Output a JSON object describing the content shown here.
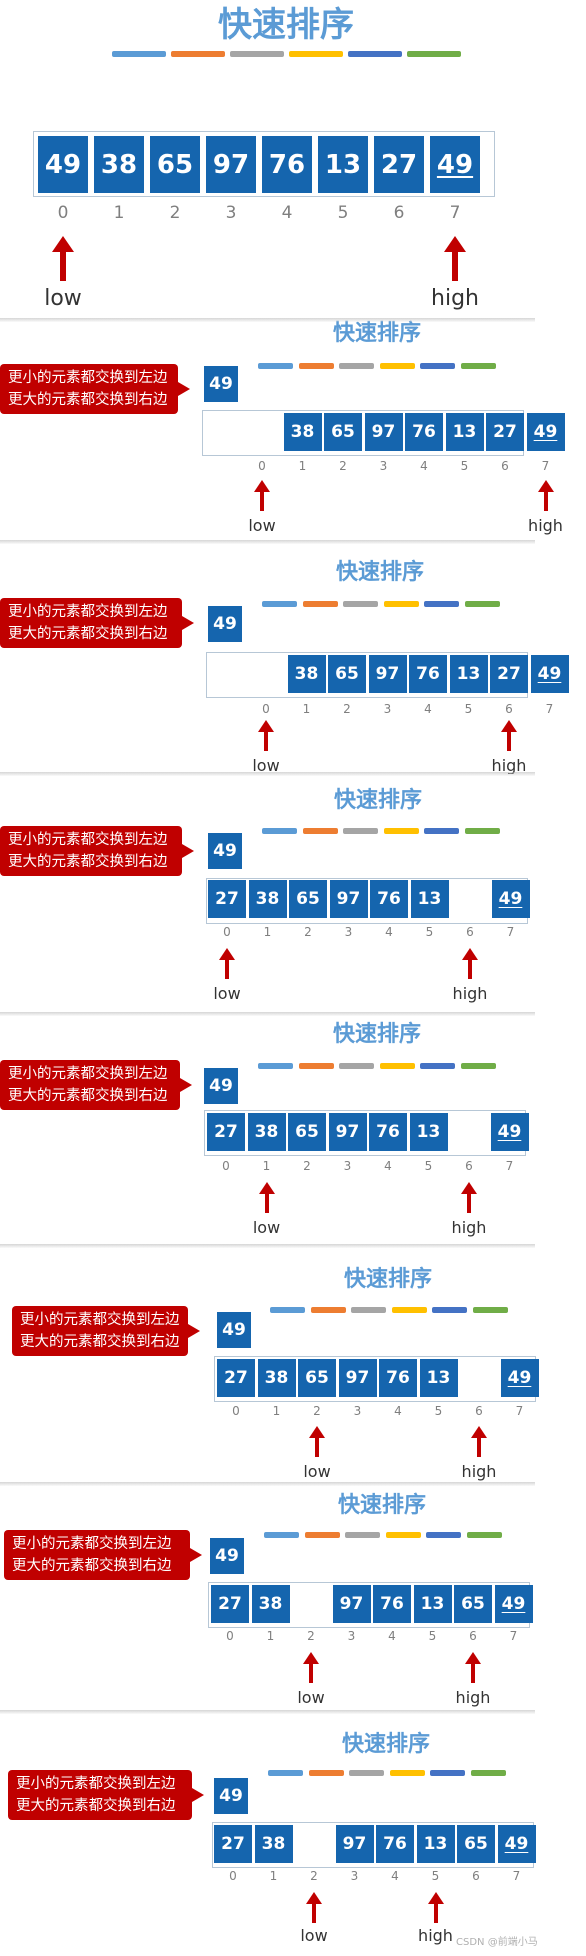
{
  "colors": {
    "title": "#5b9bd5",
    "cell": "#1565ae",
    "index": "#7f7f7f",
    "pointer": "#c00000",
    "callout": "#c00000",
    "stripes": [
      "#5b9bd5",
      "#ed7d31",
      "#a5a5a5",
      "#ffc000",
      "#4472c4",
      "#70ad47"
    ]
  },
  "chart_data": {
    "type": "diagram",
    "title": "快速排序",
    "indices": [
      "0",
      "1",
      "2",
      "3",
      "4",
      "5",
      "6",
      "7"
    ],
    "callout_lines": [
      "更小的元素都交换到左边",
      "更大的元素都交换到右边"
    ],
    "frames": [
      {
        "pivot": "",
        "cells": [
          "49",
          "38",
          "65",
          "97",
          "76",
          "13",
          "27",
          "49"
        ],
        "underlined": [
          7
        ],
        "low": 0,
        "high": 7,
        "low_label": "low",
        "high_label": "high",
        "show_callout": false
      },
      {
        "pivot": "49",
        "cells": [
          "",
          "38",
          "65",
          "97",
          "76",
          "13",
          "27",
          "49"
        ],
        "underlined": [
          7
        ],
        "low": 0,
        "high": 7,
        "low_label": "low",
        "high_label": "high",
        "show_callout": true
      },
      {
        "pivot": "49",
        "cells": [
          "",
          "38",
          "65",
          "97",
          "76",
          "13",
          "27",
          "49"
        ],
        "underlined": [
          7
        ],
        "low": 0,
        "high": 6,
        "low_label": "low",
        "high_label": "high",
        "show_callout": true
      },
      {
        "pivot": "49",
        "cells": [
          "27",
          "38",
          "65",
          "97",
          "76",
          "13",
          "",
          "49"
        ],
        "underlined": [
          7
        ],
        "low": 0,
        "high": 6,
        "low_label": "low",
        "high_label": "high",
        "show_callout": true
      },
      {
        "pivot": "49",
        "cells": [
          "27",
          "38",
          "65",
          "97",
          "76",
          "13",
          "",
          "49"
        ],
        "underlined": [
          7
        ],
        "low": 1,
        "high": 6,
        "low_label": "low",
        "high_label": "high",
        "show_callout": true
      },
      {
        "pivot": "49",
        "cells": [
          "27",
          "38",
          "65",
          "97",
          "76",
          "13",
          "",
          "49"
        ],
        "underlined": [
          7
        ],
        "low": 2,
        "high": 6,
        "low_label": "low",
        "high_label": "high",
        "show_callout": true
      },
      {
        "pivot": "49",
        "cells": [
          "27",
          "38",
          "",
          "97",
          "76",
          "13",
          "65",
          "49"
        ],
        "underlined": [
          7
        ],
        "low": 2,
        "high": 6,
        "low_label": "low",
        "high_label": "high",
        "show_callout": true
      },
      {
        "pivot": "49",
        "cells": [
          "27",
          "38",
          "",
          "97",
          "76",
          "13",
          "65",
          "49"
        ],
        "underlined": [
          7
        ],
        "low": 2,
        "high": 5,
        "low_label": "low",
        "high_label": "high",
        "show_callout": true
      }
    ]
  },
  "watermark": "CSDN @前端小马"
}
